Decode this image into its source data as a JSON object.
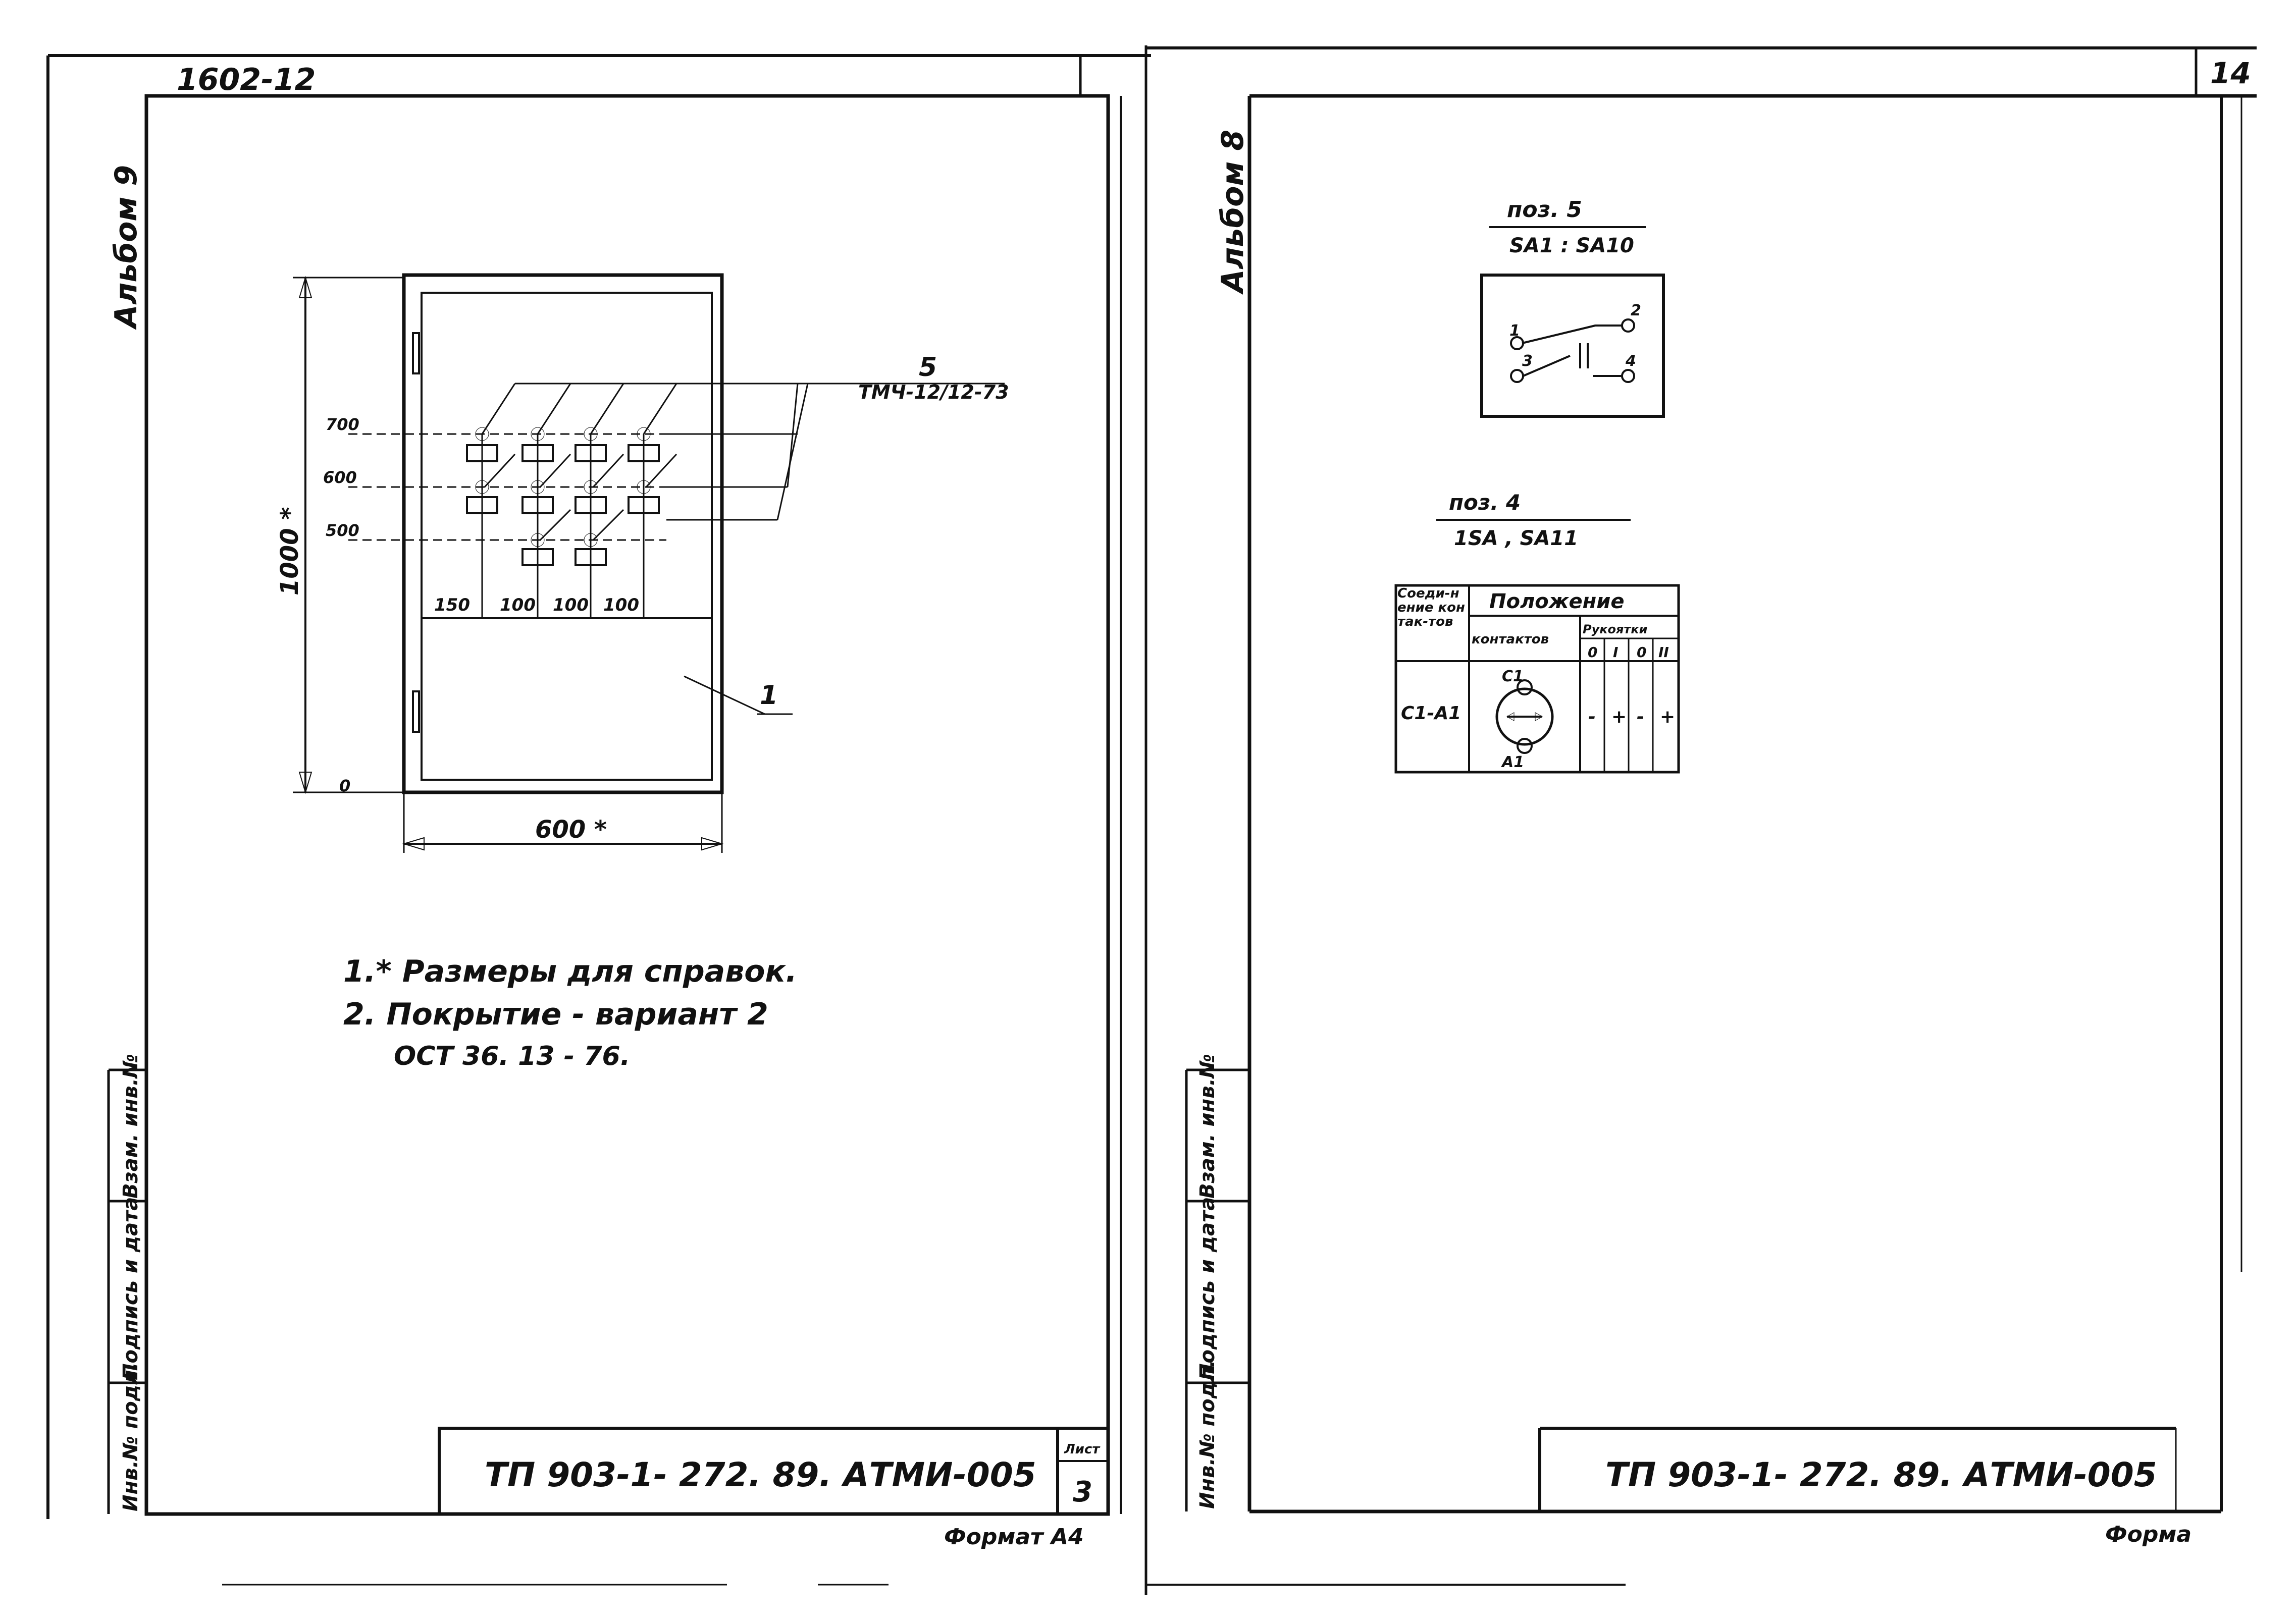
{
  "left_sheet": {
    "corner_number": "1602-12",
    "album_label": "Альбом 9",
    "dim_height": "1000 *",
    "dim_width": "600 *",
    "level_labels": [
      "700",
      "600",
      "500",
      "0"
    ],
    "spacing_labels": [
      "150",
      "100",
      "100",
      "100"
    ],
    "callout_5_number": "5",
    "callout_5_code": "ТМЧ-12/12-73",
    "callout_1": "1",
    "notes": [
      "1.* Размеры для справок.",
      "2. Покрытие - вариант 2",
      "ОСТ 36. 13 - 76."
    ],
    "stamp_code": "ТП 903-1- 272. 89. АТМИ-005",
    "stamp_sheet_header": "Лист",
    "stamp_sheet": "3",
    "format": "Формат А4",
    "margin_cells": [
      "Инв.№ подл.",
      "Подпись и дата",
      "Взам. инв.№"
    ]
  },
  "right_sheet": {
    "page_number": "14",
    "album_label": "Альбом 8",
    "poz5_title": "поз. 5",
    "poz5_sub": "SA1 : SA10",
    "switch_terminals": [
      "1",
      "2",
      "3",
      "4"
    ],
    "poz4_title": "поз. 4",
    "poz4_sub": "1SA , SA11",
    "table": {
      "col1_header": "Соеди-нение контак-тов",
      "col_position": "Положение",
      "col_contacts": "контактов",
      "col_handle": "Рукоятки",
      "positions": [
        "0",
        "I",
        "0",
        "II"
      ],
      "row_label": "С1-А1",
      "diagram_top": "С1",
      "diagram_bottom": "А1",
      "marks": [
        "-",
        "+",
        "-",
        "+"
      ]
    },
    "stamp_code": "ТП 903-1- 272. 89. АТМИ-005",
    "format": "Форма",
    "margin_cells": [
      "Инв.№ подл.",
      "Подпись и дата",
      "Взам. инв.№"
    ]
  }
}
